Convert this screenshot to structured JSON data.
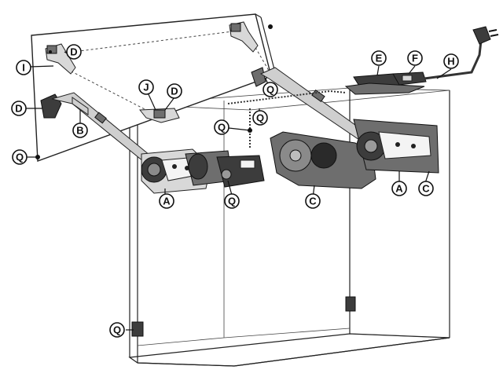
{
  "callouts": {
    "A": "A",
    "B": "B",
    "C": "C",
    "D": "D",
    "E": "E",
    "F": "F",
    "H": "H",
    "I": "I",
    "J": "J",
    "Q": "Q"
  },
  "colors": {
    "line": "#222222",
    "part_dark": "#3c3c3c",
    "part_mid": "#6e6e6e",
    "part_light": "#d8d8d8",
    "background": "#ffffff"
  }
}
